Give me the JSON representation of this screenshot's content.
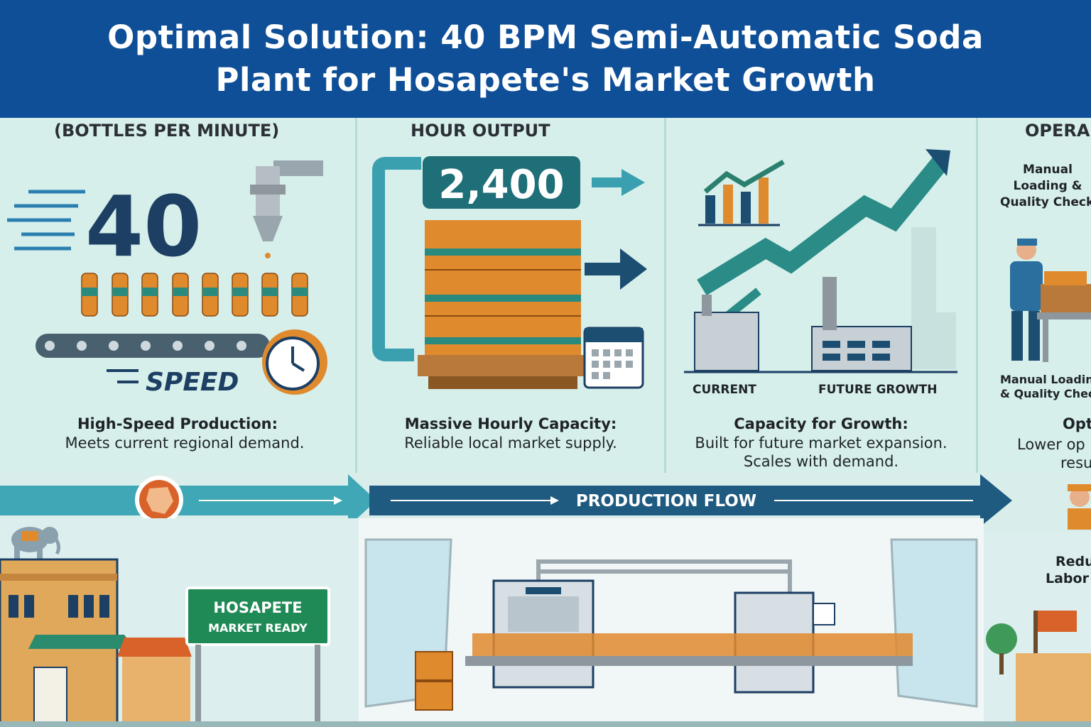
{
  "banner": {
    "title_line1": "Optimal Solution: 40 BPM Semi-Automatic Soda",
    "title_line2": "Plant for Hosapete's Market Growth"
  },
  "panel1": {
    "header": "(BOTTLES PER MINUTE)",
    "big_number": "40",
    "speed_label": "SPEED",
    "caption_title": "High-Speed Production:",
    "caption_text": "Meets current regional demand."
  },
  "panel2": {
    "header": "HOUR OUTPUT",
    "big_number": "2,400",
    "caption_title": "Massive Hourly Capacity:",
    "caption_text": "Reliable local market supply."
  },
  "panel3": {
    "current_label": "CURRENT",
    "future_label": "FUTURE GROWTH",
    "caption_title": "Capacity for Growth:",
    "caption_line1": "Built for future market expansion.",
    "caption_line2": "Scales with demand."
  },
  "panel4": {
    "header": "OPERA",
    "top_label_line1": "Manual",
    "top_label_line2": "Loading &",
    "top_label_line3": "Quality Check",
    "mid_label_line1": "Manual Loading",
    "mid_label_line2": "& Quality Chec",
    "caption_title": "Opt",
    "caption_line1": "Lower op",
    "caption_line2": "resu",
    "bottom_line1": "Redu",
    "bottom_line2": "Labor"
  },
  "flow": {
    "label": "PRODUCTION FLOW"
  },
  "sign": {
    "line1": "HOSAPETE",
    "line2": "MARKET READY"
  },
  "colors": {
    "banner": "#0f4f97",
    "teal": "#2f9aa6",
    "navy": "#1c4e72",
    "orange": "#e08a2e",
    "green_sign": "#1f8a55"
  }
}
